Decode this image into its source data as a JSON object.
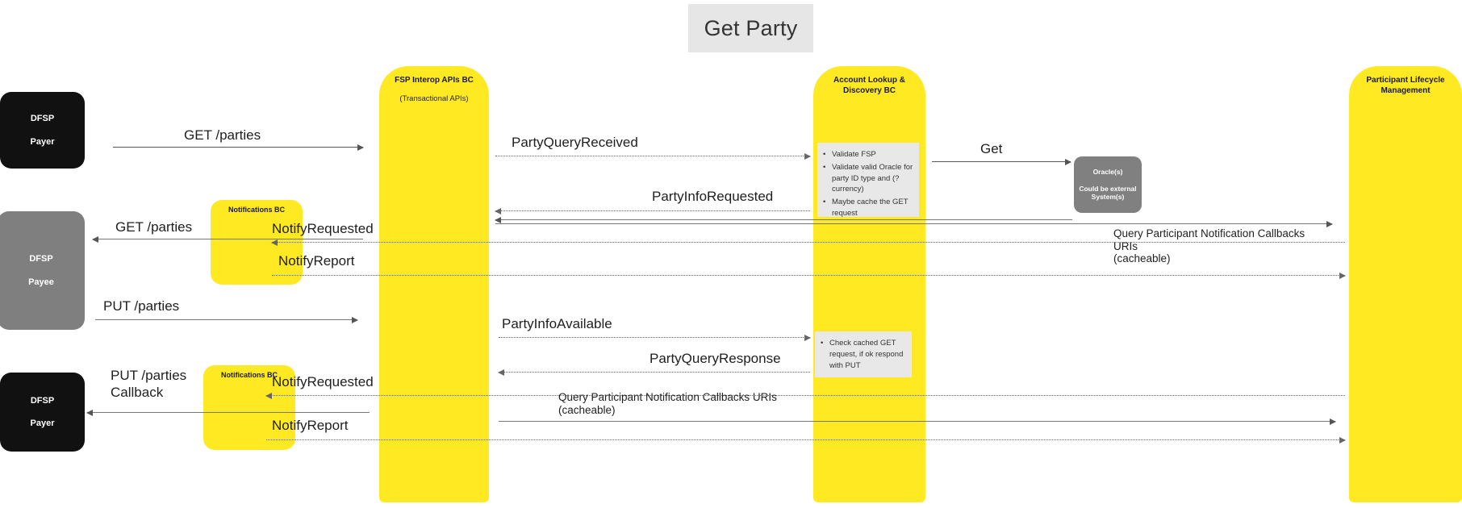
{
  "diagram": {
    "title": "Get Party",
    "type": "sequence-diagram"
  },
  "actors": {
    "dfsp_payer_top": {
      "name": "DFSP",
      "role": "Payer"
    },
    "dfsp_payee": {
      "name": "DFSP",
      "role": "Payee"
    },
    "dfsp_payer_bottom": {
      "name": "DFSP",
      "role": "Payer"
    },
    "oracle": {
      "name": "Oracle(s)",
      "note": "Could be external System(s)"
    }
  },
  "lifelines": {
    "fsp_interop": {
      "title": "FSP Interop APIs BC",
      "subtitle": "(Transactional APIs)"
    },
    "account_lookup": {
      "title": "Account Lookup & Discovery BC"
    },
    "participant_lifecycle": {
      "title": "Participant Lifecycle Management"
    },
    "notifications_top": {
      "title": "Notifications BC"
    },
    "notifications_bottom": {
      "title": "Notifications BC"
    }
  },
  "notes": {
    "validate": {
      "bullets": [
        "Validate FSP",
        "Validate valid Oracle for party ID type and (?currency)",
        "Maybe cache the GET request"
      ]
    },
    "cached": {
      "bullets": [
        "Check cached GET request, if ok respond with PUT"
      ]
    }
  },
  "messages": {
    "get_parties_payer": "GET /parties",
    "party_query_received": "PartyQueryReceived",
    "get_oracle": "Get",
    "party_info_requested": "PartyInfoRequested",
    "query_callbacks_top_line1": "Query Participant Notification Callbacks URIs",
    "query_callbacks_top_line2": "(cacheable)",
    "get_parties_payee": "GET /parties",
    "notify_requested_top": "NotifyRequested",
    "notify_report_top": "NotifyReport",
    "put_parties_payee": "PUT /parties",
    "party_info_available": "PartyInfoAvailable",
    "party_query_response": "PartyQueryResponse",
    "put_parties_callback_line1": "PUT /parties",
    "put_parties_callback_line2": "Callback",
    "notify_requested_bottom": "NotifyRequested",
    "notify_report_bottom": "NotifyReport",
    "query_callbacks_bottom_line1": "Query Participant Notification Callbacks URIs",
    "query_callbacks_bottom_line2": "(cacheable)"
  },
  "colors": {
    "lifeline_yellow": "#FFE923",
    "actor_dark": "#111111",
    "actor_gray": "#7f7f7f",
    "oracle_gray": "#808080",
    "note_gray": "#e8e8e8",
    "title_gray": "#e6e6e6",
    "arrow": "#555555"
  }
}
